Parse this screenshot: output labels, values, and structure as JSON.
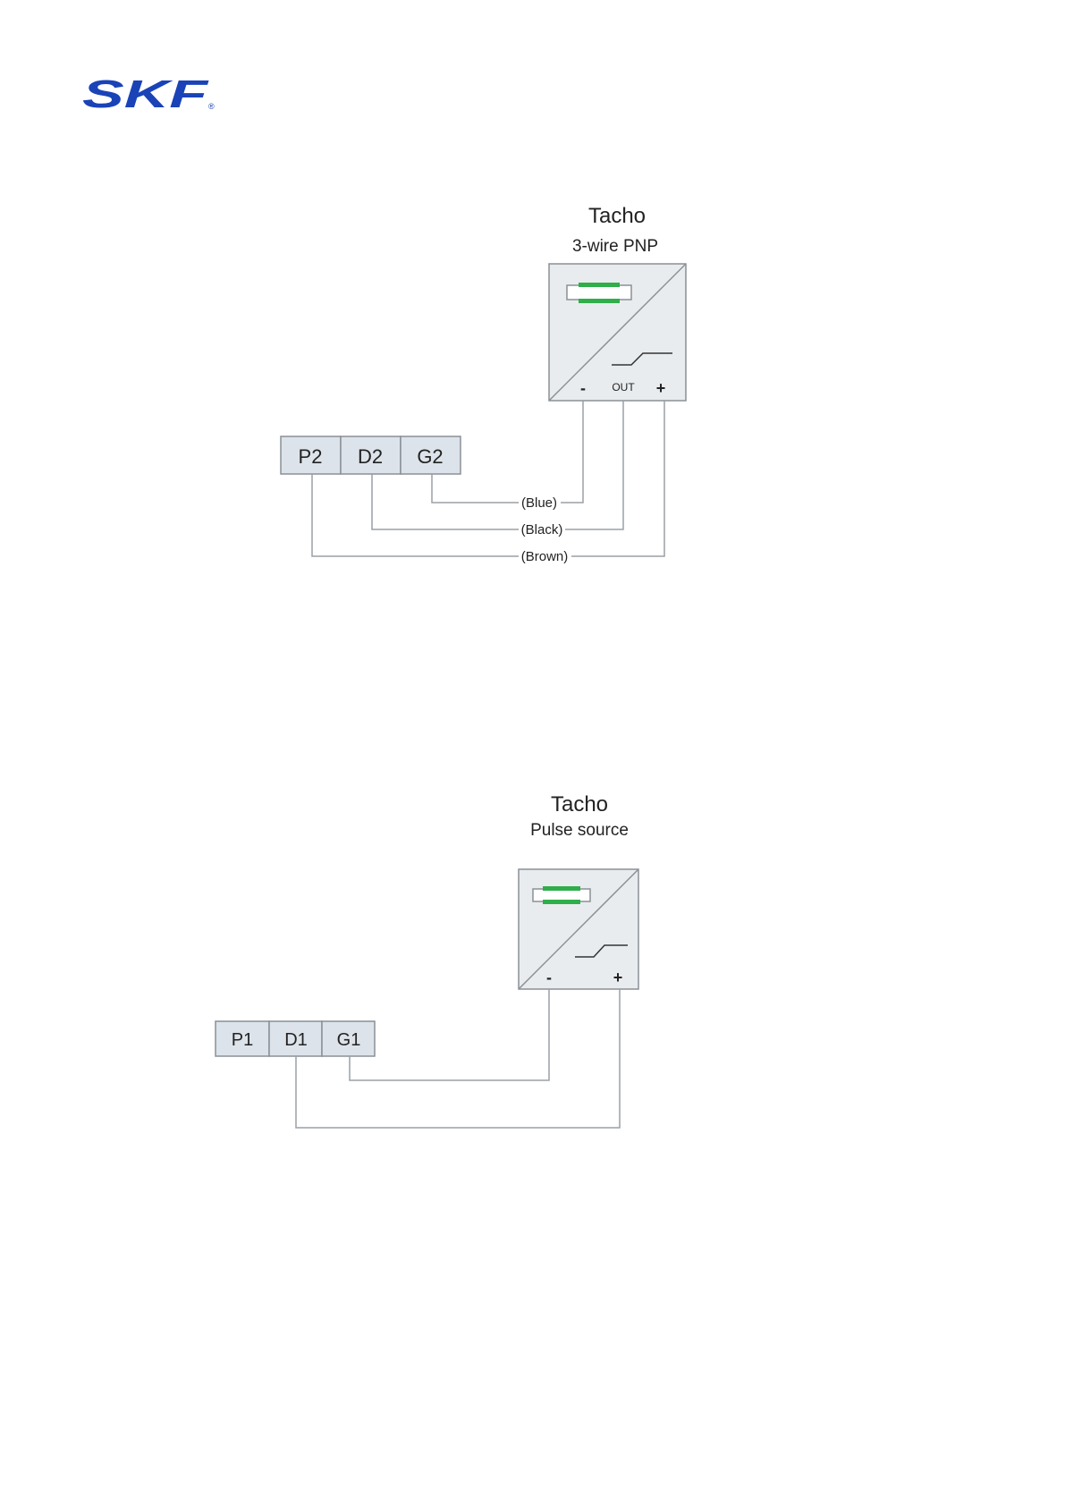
{
  "logo": {
    "text": "SKF",
    "registered": "®",
    "color": "#1a43b8"
  },
  "colors": {
    "sensor_fill": "#e9ecef",
    "terminal_fill": "#dde3ea",
    "outline": "#8a9096",
    "wire": "#9aa0a6",
    "magnet_green": "#2fae4a"
  },
  "diagram1": {
    "title": "Tacho",
    "subtitle": "3-wire PNP",
    "sensor_pins": {
      "minus": "-",
      "out": "OUT",
      "plus": "+"
    },
    "terminals": [
      "P2",
      "D2",
      "G2"
    ],
    "wires": [
      {
        "from": "G2",
        "to": "-",
        "label": "(Blue)"
      },
      {
        "from": "D2",
        "to": "OUT",
        "label": "(Black)"
      },
      {
        "from": "P2",
        "to": "+",
        "label": "(Brown)"
      }
    ]
  },
  "diagram2": {
    "title": "Tacho",
    "subtitle": "Pulse source",
    "sensor_pins": {
      "minus": "-",
      "plus": "+"
    },
    "terminals": [
      "P1",
      "D1",
      "G1"
    ],
    "wires": [
      {
        "from": "G1",
        "to": "-"
      },
      {
        "from": "D1",
        "to": "+"
      }
    ]
  }
}
